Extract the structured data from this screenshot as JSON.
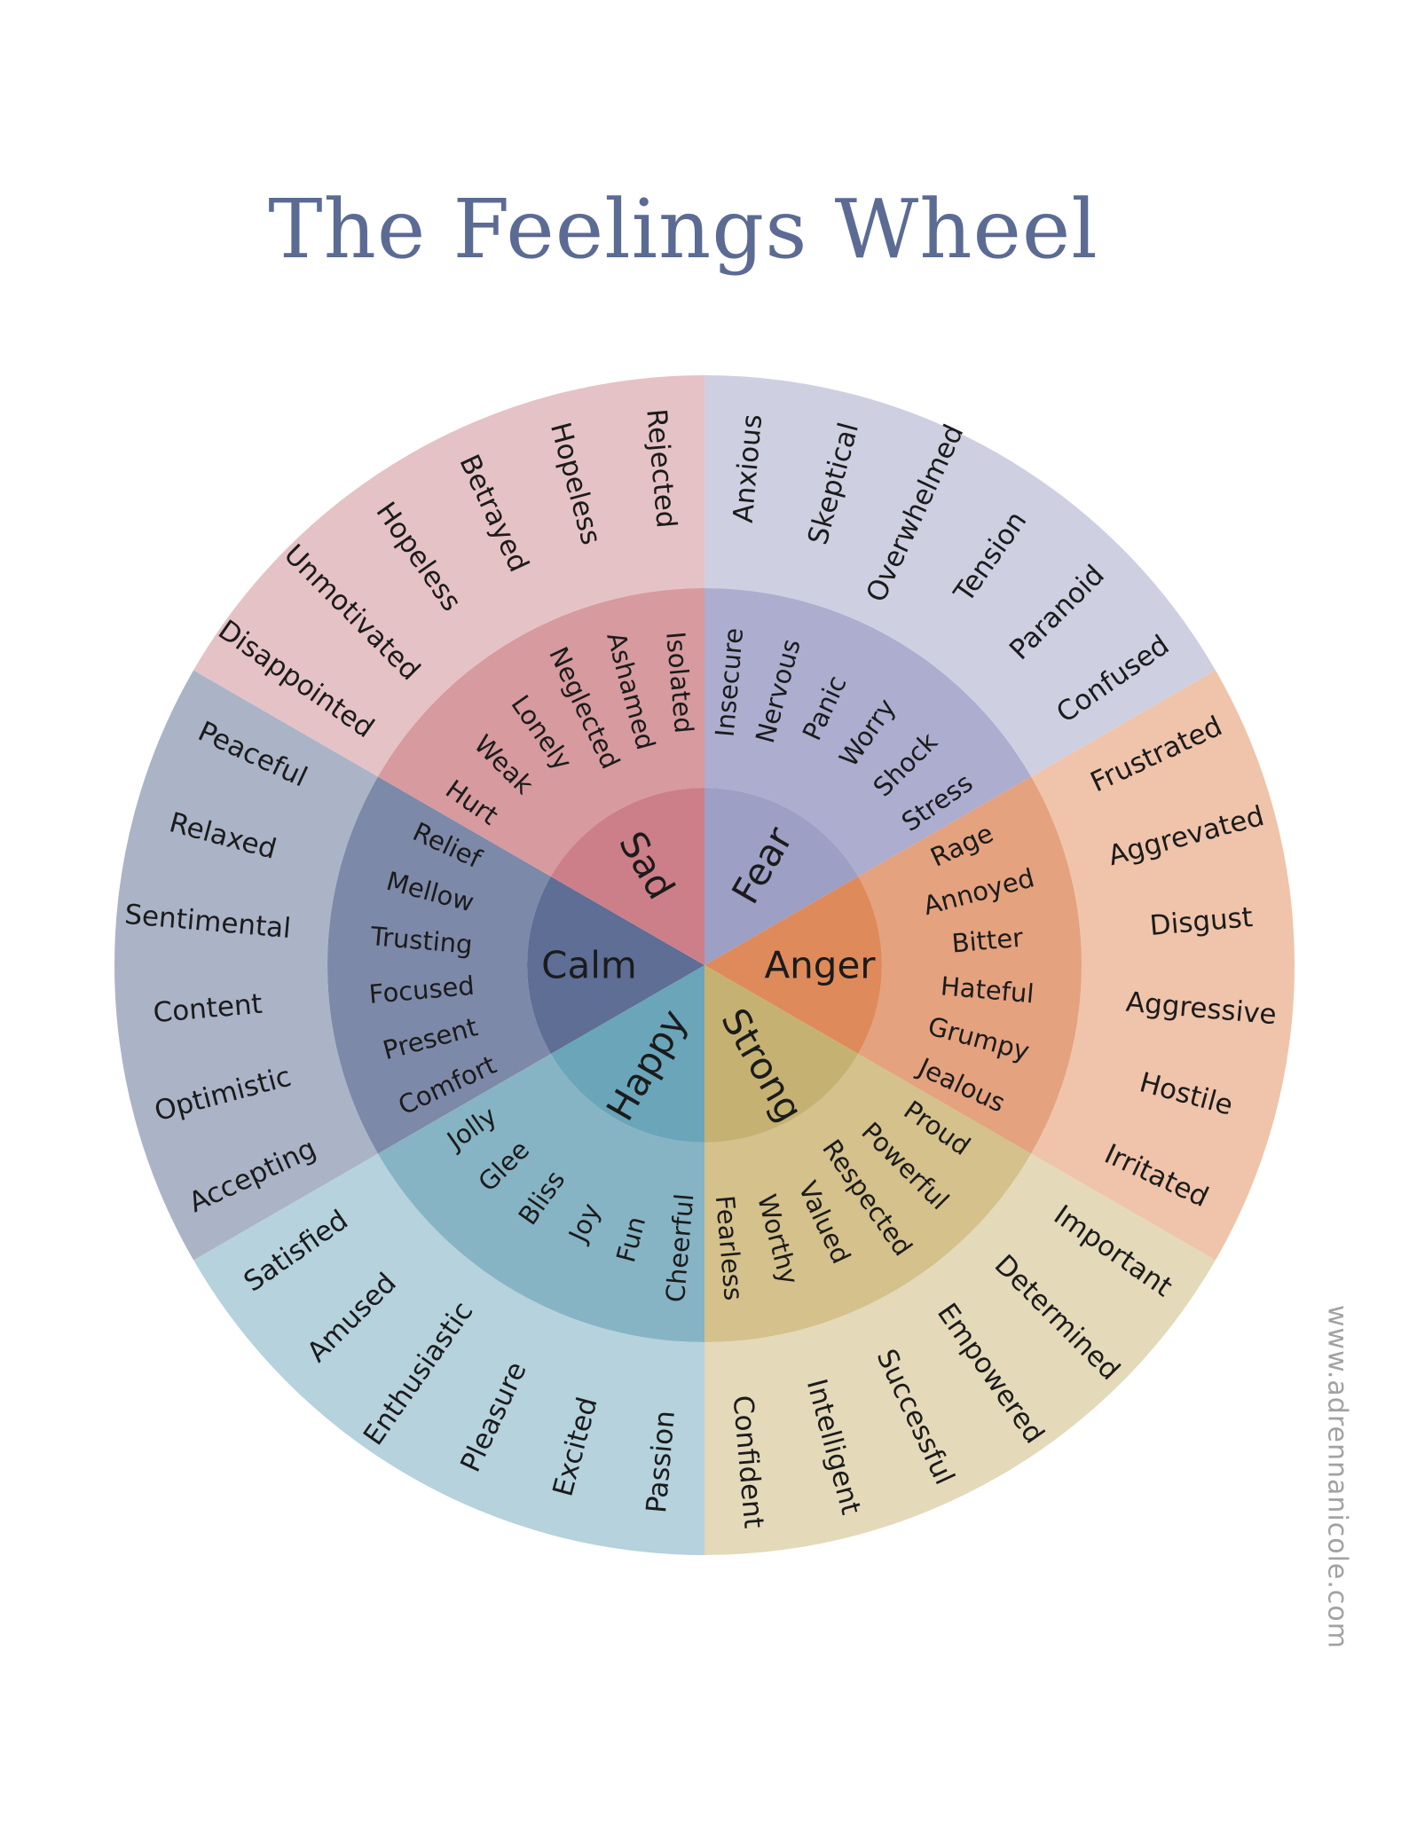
{
  "title": "The Feelings Wheel",
  "website": "www.adrennanicole.com",
  "colors": {
    "title": "#5b6b94",
    "website": "#a2a2a2",
    "label": "#1b1b1b",
    "Fear": {
      "core": "#9d9fc4",
      "mid": "#adadcf",
      "outer": "#cfcfe2"
    },
    "Anger": {
      "core": "#df8a5a",
      "mid": "#e4a27f",
      "outer": "#efc4aa"
    },
    "Strong": {
      "core": "#c5b273",
      "mid": "#d4c18b",
      "outer": "#e4d9b9"
    },
    "Happy": {
      "core": "#6aa5b9",
      "mid": "#86b4c4",
      "outer": "#b5d2dd"
    },
    "Calm": {
      "core": "#5e6e95",
      "mid": "#7d89a8",
      "outer": "#abb3c7"
    },
    "Sad": {
      "core": "#cc7f88",
      "mid": "#d69a9f",
      "outer": "#e5c2c6"
    }
  },
  "segments": [
    {
      "core": "Fear",
      "middle": [
        "Insecure",
        "Nervous",
        "Panic",
        "Worry",
        "Shock",
        "Stress"
      ],
      "outer": [
        "Anxious",
        "Skeptical",
        "Overwhelmed",
        "Tension",
        "Paranoid",
        "Confused"
      ]
    },
    {
      "core": "Anger",
      "middle": [
        "Rage",
        "Annoyed",
        "Bitter",
        "Hateful",
        "Grumpy",
        "Jealous"
      ],
      "outer": [
        "Frustrated",
        "Aggrevated",
        "Disgust",
        "Aggressive",
        "Hostile",
        "Irritated"
      ]
    },
    {
      "core": "Strong",
      "middle": [
        "Proud",
        "Powerful",
        "Respected",
        "Valued",
        "Worthy",
        "Fearless"
      ],
      "outer": [
        "Important",
        "Determined",
        "Empowered",
        "Successful",
        "Intelligent",
        "Confident"
      ]
    },
    {
      "core": "Happy",
      "middle": [
        "Cheerful",
        "Fun",
        "Joy",
        "Bliss",
        "Glee",
        "Jolly"
      ],
      "outer": [
        "Passion",
        "Excited",
        "Pleasure",
        "Enthusiastic",
        "Amused",
        "Satisfied"
      ]
    },
    {
      "core": "Calm",
      "middle": [
        "Comfort",
        "Present",
        "Focused",
        "Trusting",
        "Mellow",
        "Relief"
      ],
      "outer": [
        "Accepting",
        "Optimistic",
        "Content",
        "Sentimental",
        "Relaxed",
        "Peaceful"
      ]
    },
    {
      "core": "Sad",
      "middle": [
        "Hurt",
        "Weak",
        "Lonely",
        "Neglected",
        "Ashamed",
        "Isolated"
      ],
      "outer": [
        "Disappointed",
        "Unmotivated",
        "Hopeless",
        "Betrayed",
        "Hopeless",
        "Rejected"
      ]
    }
  ]
}
